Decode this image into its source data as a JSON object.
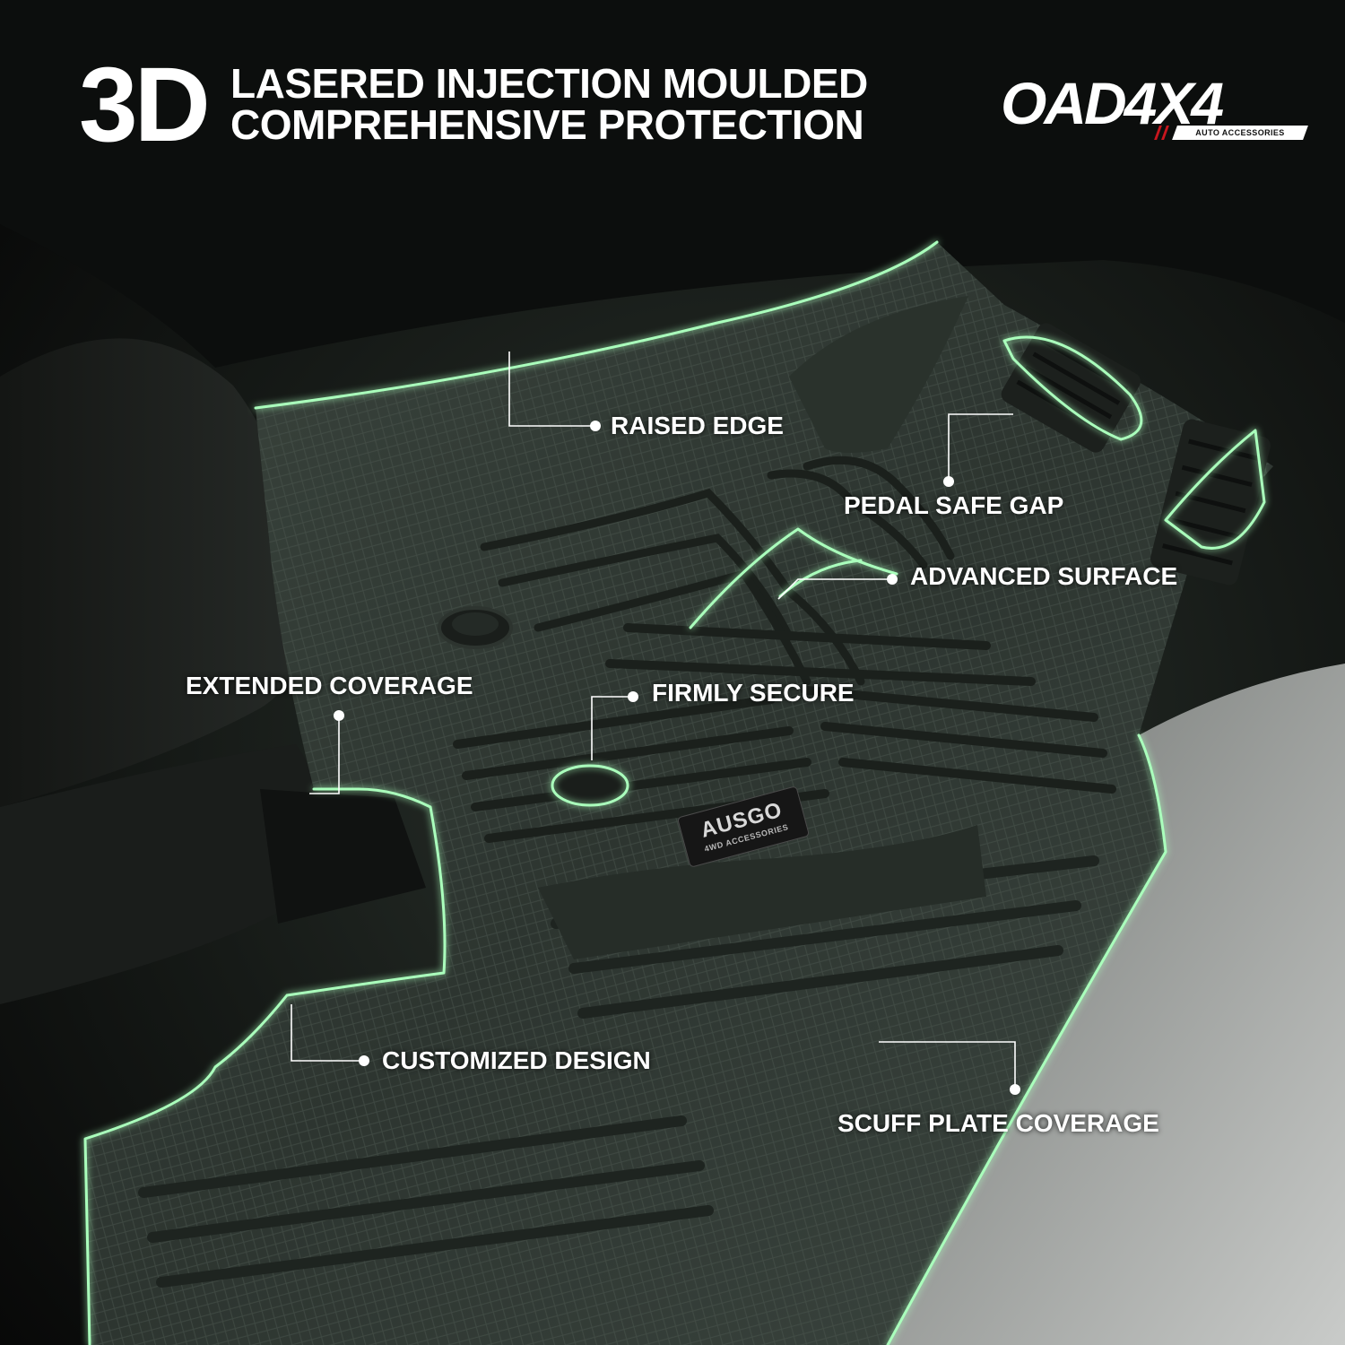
{
  "headline": {
    "hero": "3D",
    "line1": "LASERED INJECTION MOULDED",
    "line2": "COMPREHENSIVE PROTECTION"
  },
  "brand": {
    "name": "OAD4X4",
    "tagline": "AUTO ACCESSORIES"
  },
  "mat_badge": {
    "name": "AUSGO",
    "sub": "4WD ACCESSORIES"
  },
  "callouts": {
    "raised_edge": "RAISED EDGE",
    "pedal_safe_gap": "PEDAL SAFE GAP",
    "advanced_surface": "ADVANCED SURFACE",
    "extended_coverage": "EXTENDED COVERAGE",
    "firmly_secure": "FIRMLY SECURE",
    "customized_design": "CUSTOMIZED DESIGN",
    "scuff_plate_coverage": "SCUFF PLATE COVERAGE"
  },
  "colors": {
    "background": "#0a0a0a",
    "edge_glow": "#7cff9a",
    "text": "#ffffff",
    "brand_accent": "#c8161e"
  }
}
